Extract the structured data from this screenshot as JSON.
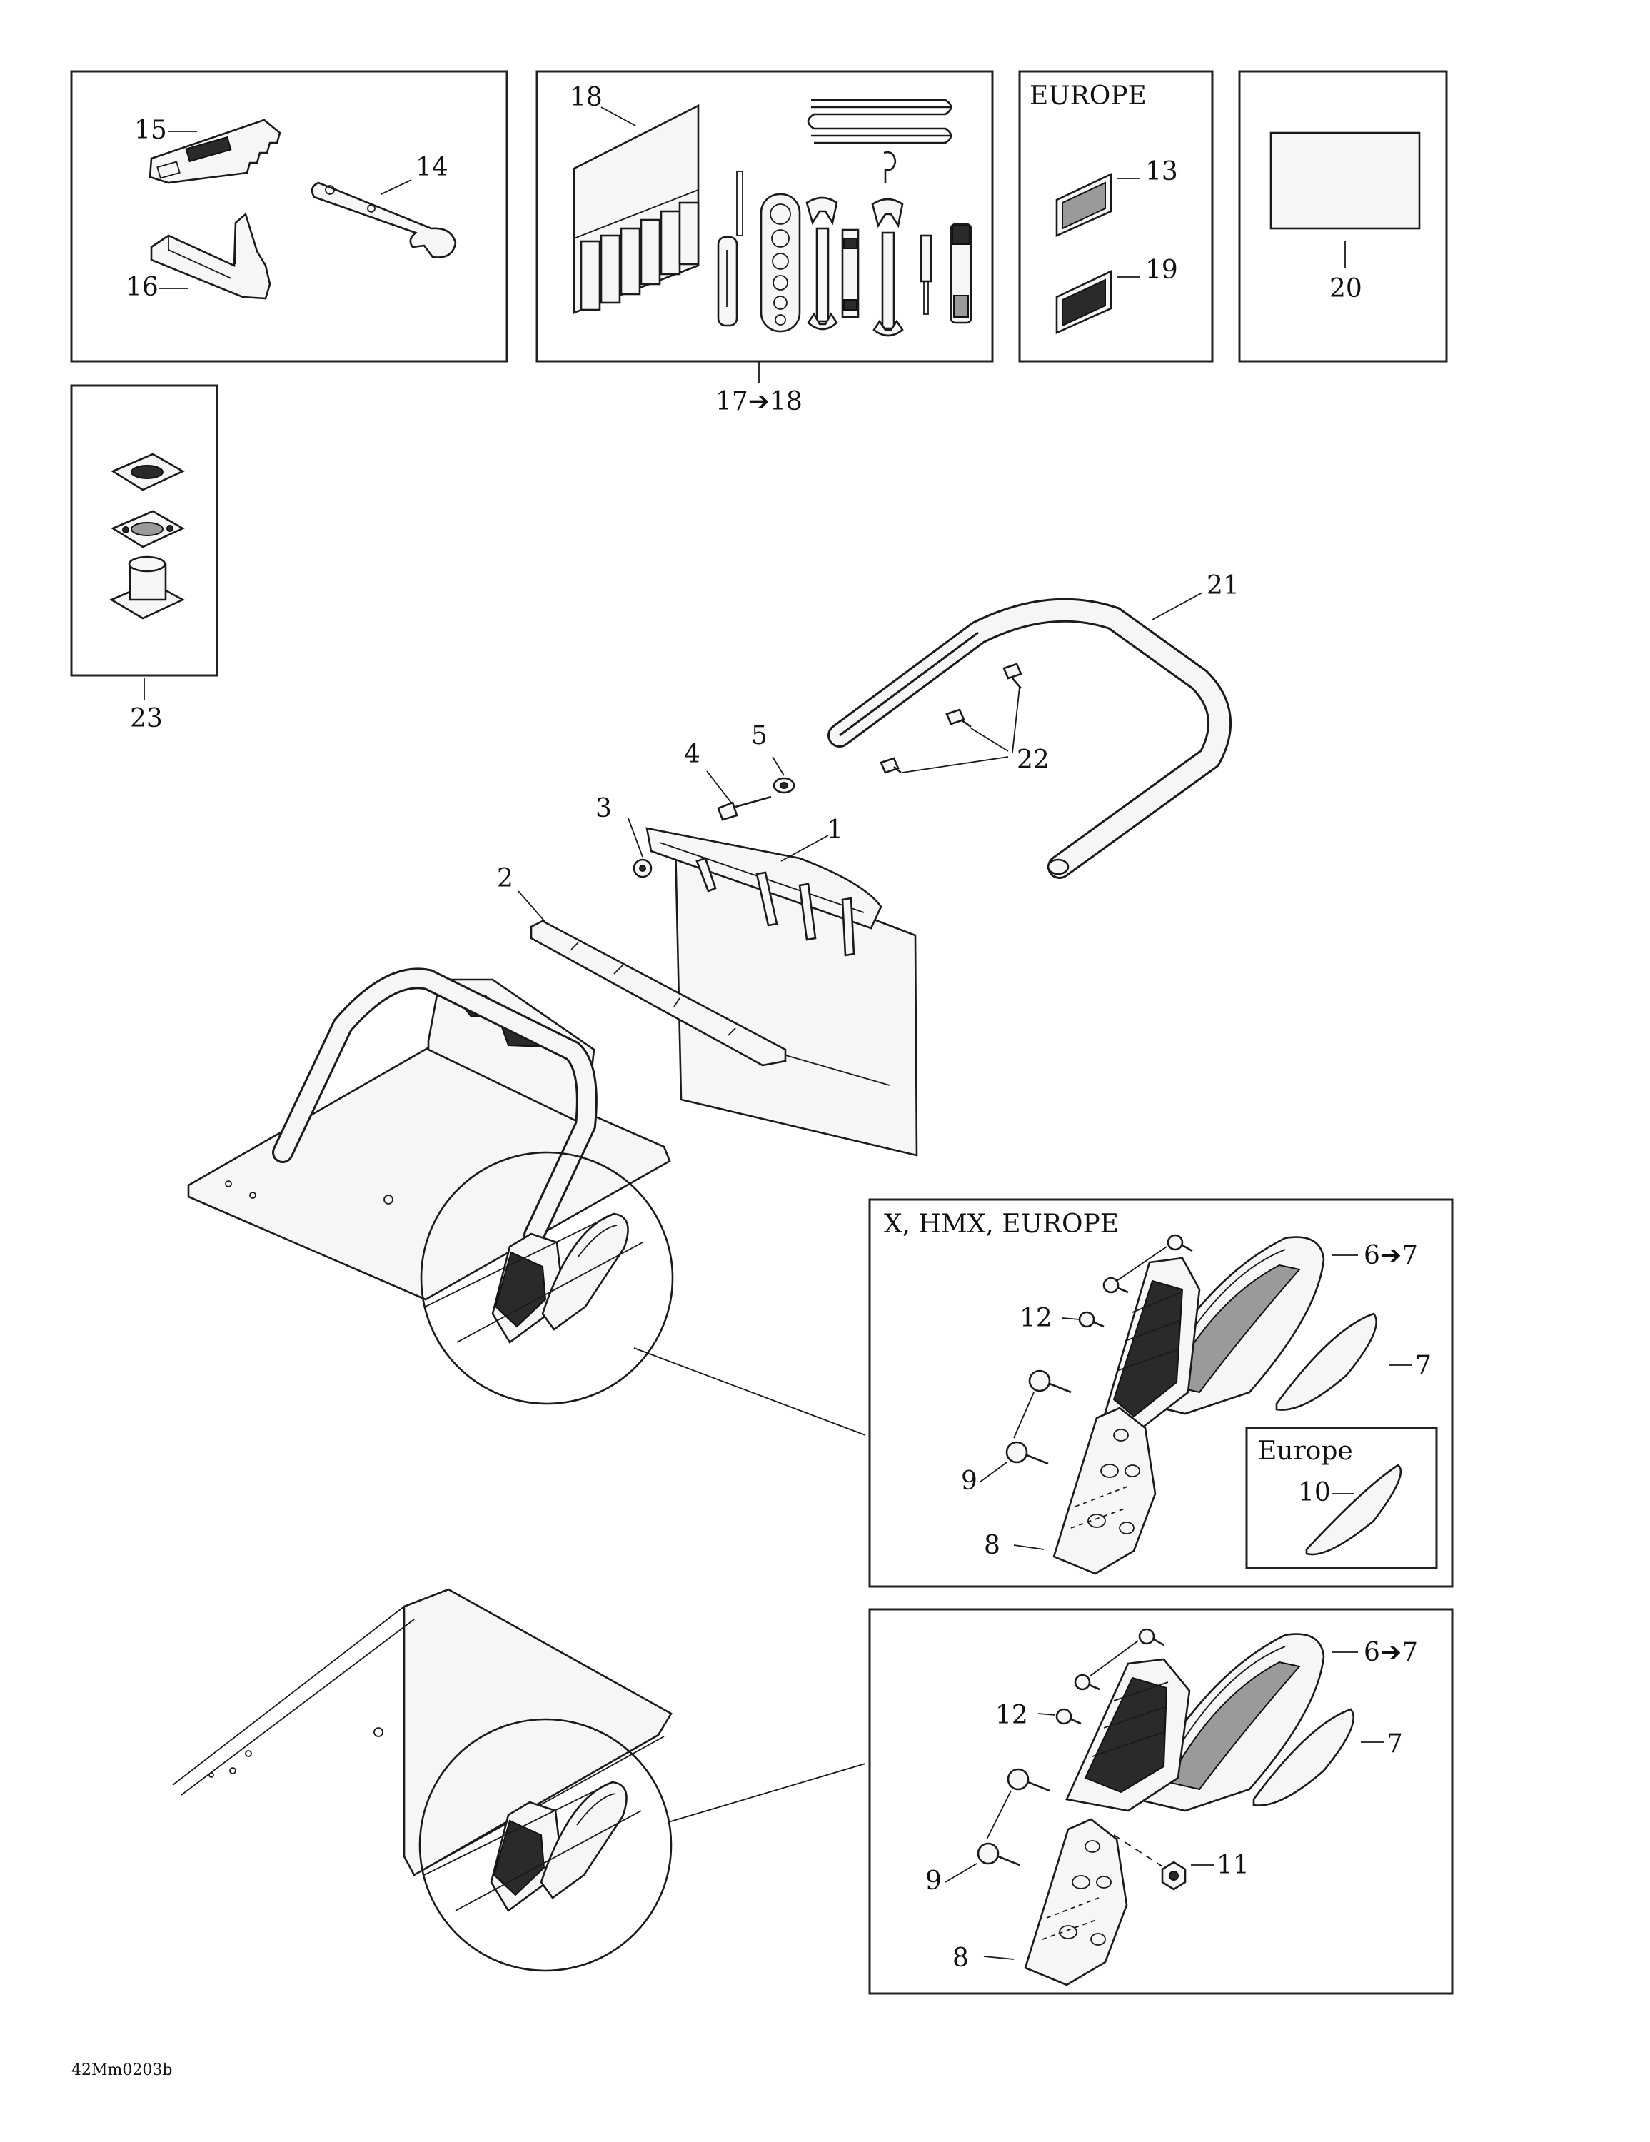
{
  "boxes": {
    "europe_top": "EUROPE",
    "variant_a": "X, HMX, EUROPE",
    "europe_inset": "Europe"
  },
  "callouts": {
    "c1": "1",
    "c2": "2",
    "c3": "3",
    "c4": "4",
    "c5": "5",
    "c6_7_a": "6➔7",
    "c7_a": "7",
    "c8_a": "8",
    "c9_a": "9",
    "c10": "10",
    "c12_a": "12",
    "c6_7_b": "6➔7",
    "c7_b": "7",
    "c8_b": "8",
    "c9_b": "9",
    "c11": "11",
    "c12_b": "12",
    "c13": "13",
    "c14": "14",
    "c15": "15",
    "c16": "16",
    "c17_18": "17➔18",
    "c18": "18",
    "c19": "19",
    "c20": "20",
    "c21": "21",
    "c22": "22",
    "c23": "23"
  },
  "footer_code": "42Mm0203b"
}
